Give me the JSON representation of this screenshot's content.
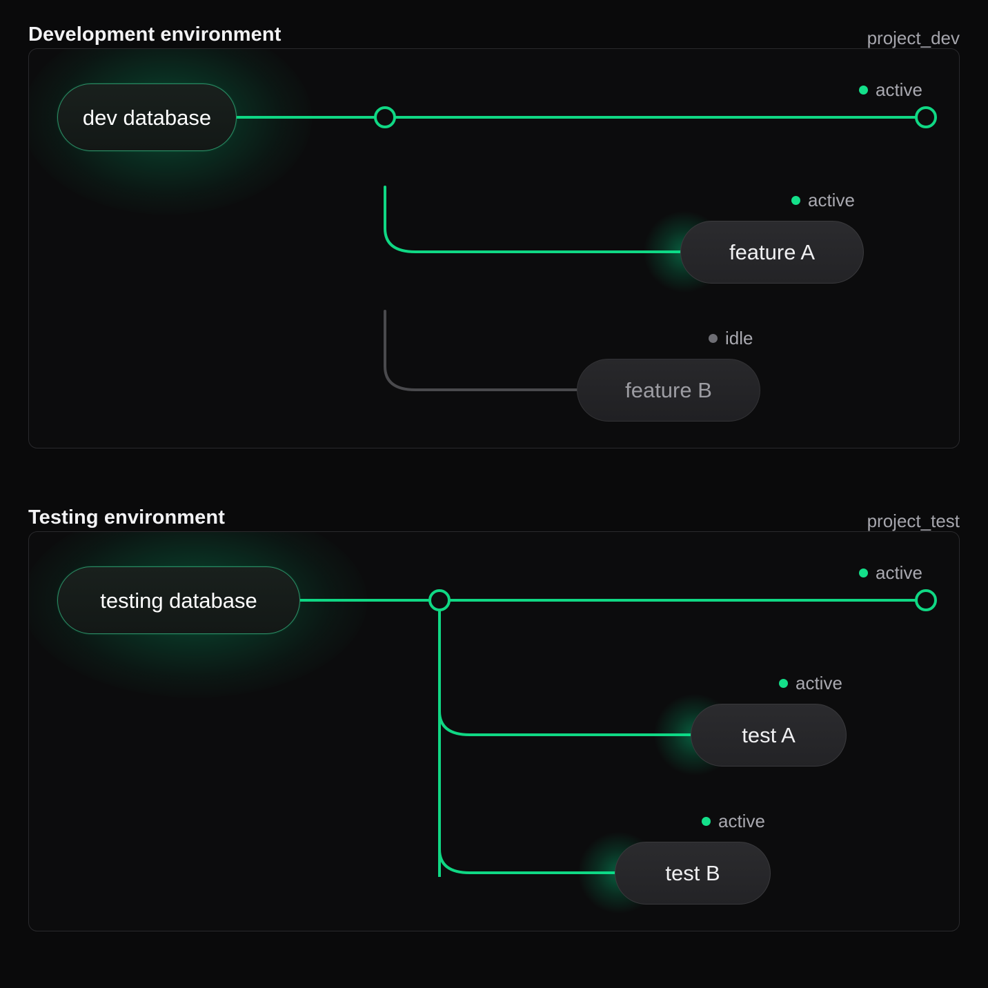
{
  "theme": {
    "background": "#0a0a0b",
    "panel_bg": "#0c0c0d",
    "panel_border": "#2a2a2d",
    "accent_green": "#14e08a",
    "line_green": "#10d884",
    "line_idle": "#4a4a4d",
    "idle_dot": "#6e6e74",
    "text_primary": "#f2f2f4",
    "text_muted": "#a9a9b0"
  },
  "sections": [
    {
      "id": "dev",
      "title": "Development environment",
      "project": "project_dev",
      "source": {
        "label": "dev database",
        "state": "active"
      },
      "trunk_status": {
        "label": "active",
        "state": "active"
      },
      "branches": [
        {
          "label": "feature A",
          "status": "active",
          "state": "active"
        },
        {
          "label": "feature B",
          "status": "idle",
          "state": "idle"
        }
      ]
    },
    {
      "id": "test",
      "title": "Testing environment",
      "project": "project_test",
      "source": {
        "label": "testing database",
        "state": "active"
      },
      "trunk_status": {
        "label": "active",
        "state": "active"
      },
      "branches": [
        {
          "label": "test A",
          "status": "active",
          "state": "active"
        },
        {
          "label": "test B",
          "status": "active",
          "state": "active"
        }
      ]
    }
  ]
}
